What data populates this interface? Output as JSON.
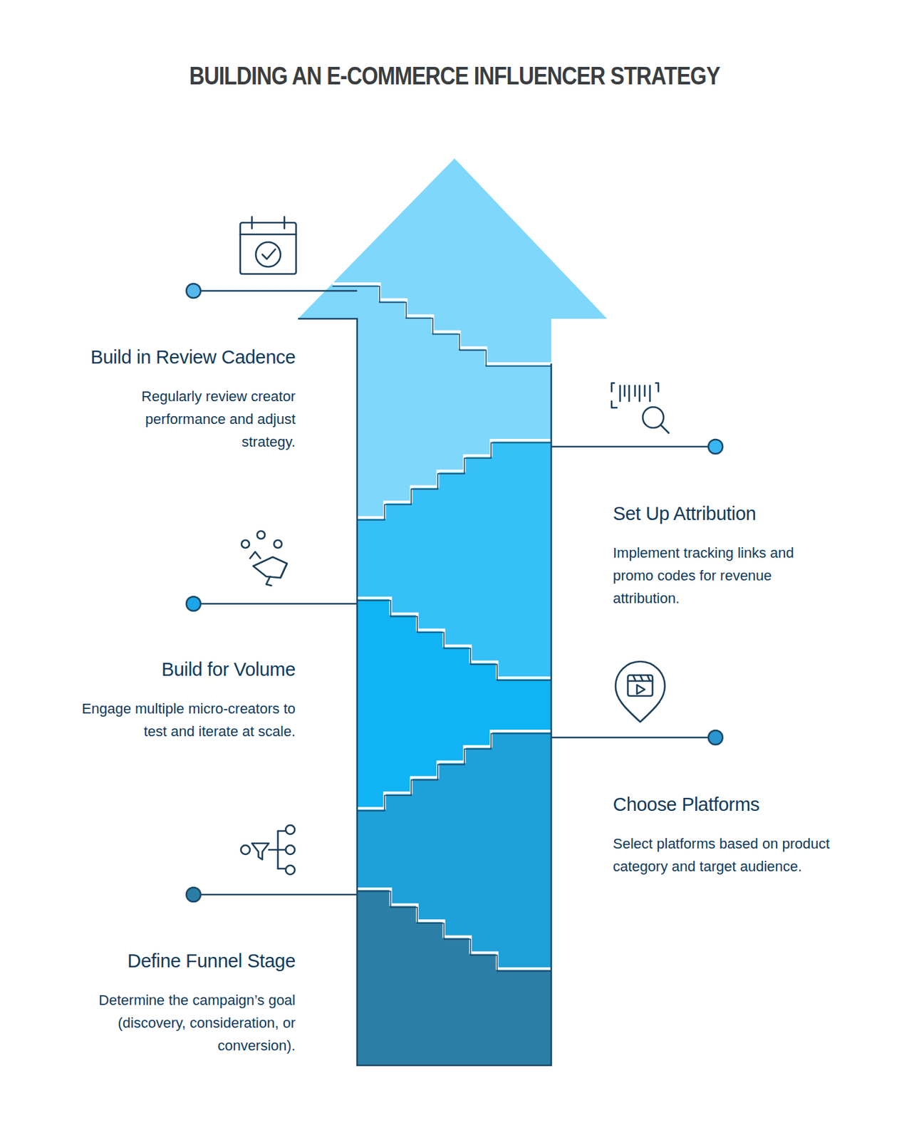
{
  "diagram": {
    "title": "BUILDING AN E-COMMERCE INFLUENCER STRATEGY",
    "nodes": [
      {
        "text": [
          "Define Funnel Stage",
          "Determine the campaign’s goal (discovery, consideration, or conversion)."
        ]
      },
      {
        "text": [
          "Choose Platforms",
          "Select platforms based on product category and target audience."
        ]
      },
      {
        "text": [
          "Build for Volume",
          "Engage multiple micro-creators to test and iterate at scale."
        ]
      },
      {
        "text": [
          "Set Up Attribution",
          "Implement tracking links and promo codes for revenue attribution."
        ]
      },
      {
        "text": [
          "Build in Review Cadence",
          "Regularly review creator performance and adjust strategy."
        ]
      }
    ]
  }
}
